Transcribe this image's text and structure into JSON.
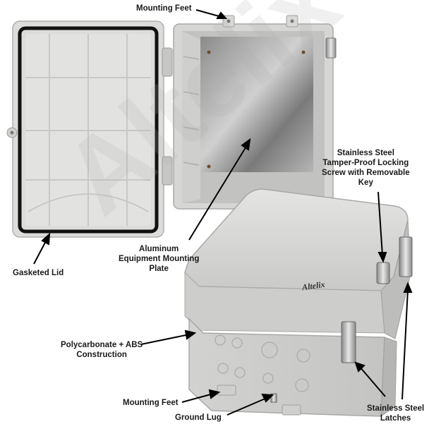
{
  "labels": {
    "mounting_feet_top": "Mounting Feet",
    "stainless_screw": [
      "Stainless Steel",
      "Tamper-Proof Locking",
      "Screw with Removable",
      "Key"
    ],
    "aluminum_plate": [
      "Aluminum",
      "Equipment Mounting",
      "Plate"
    ],
    "gasketed_lid": "Gasketed Lid",
    "construction": [
      "Polycarbonate + ABS",
      "Construction"
    ],
    "mounting_feet_bottom": "Mounting Feet",
    "ground_lug": "Ground Lug",
    "latches": [
      "Stainless Steel",
      "Latches"
    ]
  },
  "brand_logo_text": "Altelix",
  "watermark_text": "Altelix",
  "colors": {
    "enclosure_body": "#d8d8d6",
    "enclosure_shadow": "#b9b9b7",
    "gasket": "#111111",
    "plate_light": "#c9c9c9",
    "plate_dark": "#6f6f6f",
    "latch_metal": "#a8a8a8",
    "arrow": "#000000"
  }
}
